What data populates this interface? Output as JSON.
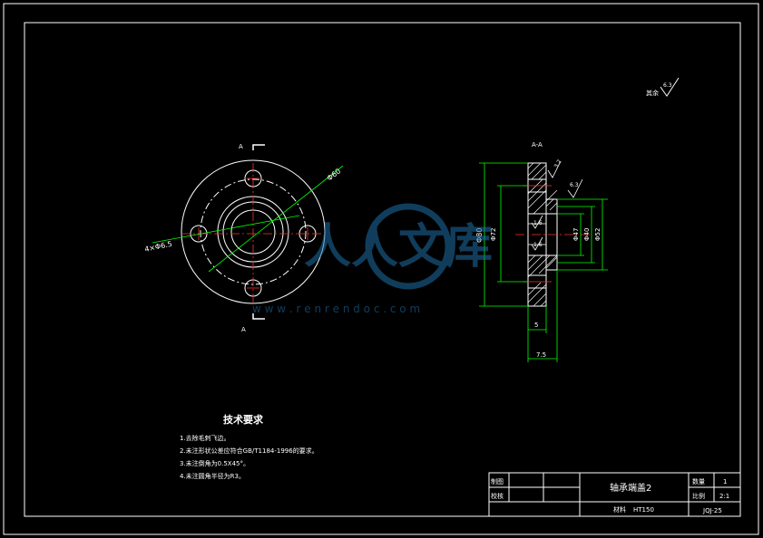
{
  "drawing": {
    "title": "轴承端盖2",
    "material_label": "材料",
    "material_value": "HT150",
    "qty_label": "数量",
    "qty_value": "1",
    "scale_label": "比例",
    "scale_value": "2:1",
    "drawn_label": "制图",
    "check_label": "校核",
    "code": "JQJ-25"
  },
  "tech": {
    "heading": "技术要求",
    "items": [
      "1.去除毛刺飞边。",
      "2.未注形状公差应符合GB/T1184-1996的要求。",
      "3.未注倒角为0.5X45°。",
      "4.未注圆角半径为R3。"
    ]
  },
  "roughness": {
    "qi_yu": "其余",
    "main_ra": "6.3",
    "ra_32": "3.2",
    "ra_16a": "1.6",
    "ra_16b": "1.6"
  },
  "front_view": {
    "section_mark_top": "A",
    "section_mark_bottom": "A",
    "dim_pcd": "Φ60",
    "dim_holes": "4×Φ6.5"
  },
  "section_view": {
    "title": "A-A",
    "dim_d80": "Φ80",
    "dim_d72": "Φ72",
    "dim_d47": "Φ47",
    "dim_d40": "Φ40",
    "dim_d52": "Φ52",
    "dim_5": "5",
    "dim_7_5": "7.5"
  },
  "watermark": {
    "text": "人人文库",
    "url": "w w w . r e n r e n d o c . c o m"
  }
}
